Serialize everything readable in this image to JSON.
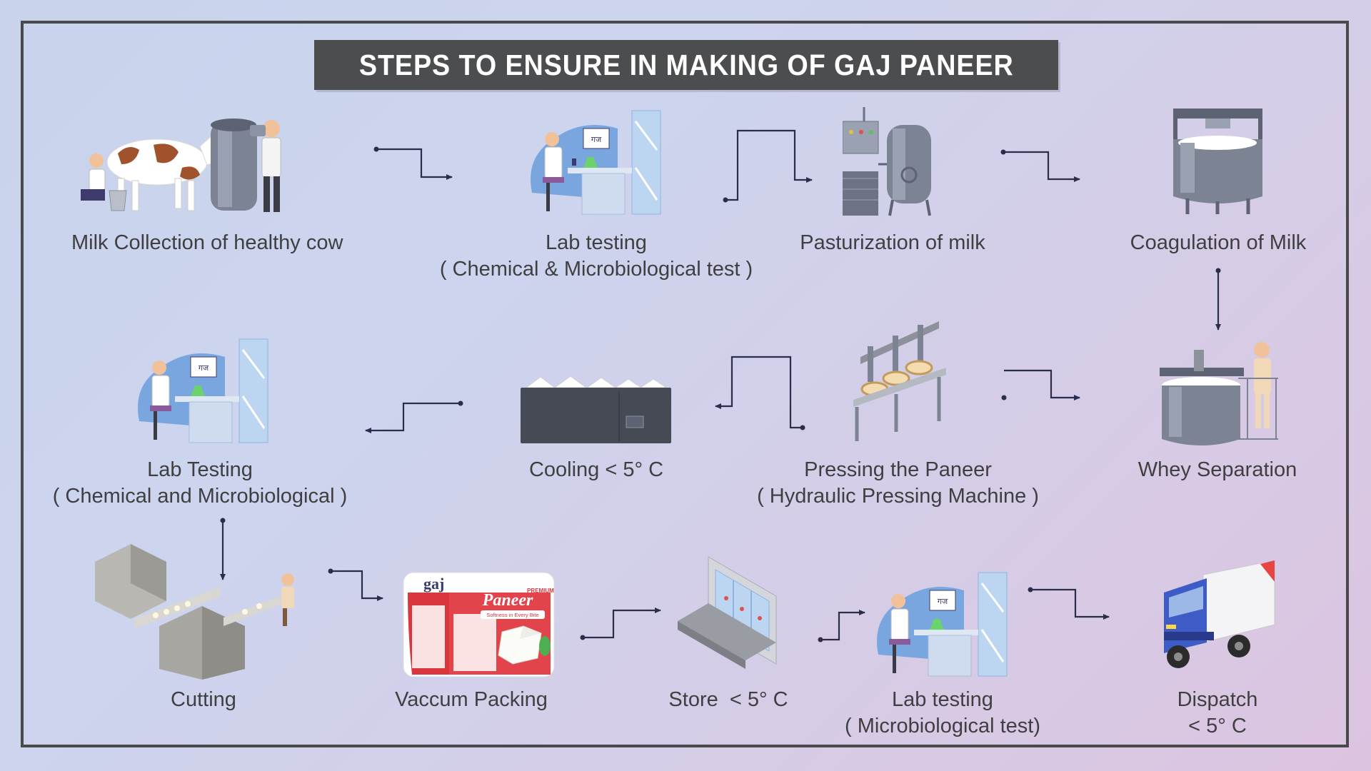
{
  "title": "STEPS TO ENSURE IN MAKING OF GAJ PANEER",
  "colors": {
    "title_bg": "#4b4d4f",
    "frame": "#4a4a4d",
    "connector": "#2b2d4d",
    "steel": "#7c8393",
    "lab_blue": "#7aa6e0",
    "accent_red": "#d9363e"
  },
  "steps": [
    {
      "id": "milk-collection",
      "lines": [
        "Milk Collection of healthy cow"
      ],
      "icon": "cow-milking-icon"
    },
    {
      "id": "lab-testing-1",
      "lines": [
        "Lab testing",
        "( Chemical & Microbiological test )"
      ],
      "icon": "lab-scientist-icon"
    },
    {
      "id": "pasturization",
      "lines": [
        "Pasturization of milk"
      ],
      "icon": "pasteurizer-tank-icon"
    },
    {
      "id": "coagulation",
      "lines": [
        "Coagulation of Milk"
      ],
      "icon": "coagulation-vat-icon"
    },
    {
      "id": "whey-separation",
      "lines": [
        "Whey Separation"
      ],
      "icon": "whey-tank-worker-icon"
    },
    {
      "id": "pressing",
      "lines": [
        "Pressing the Paneer",
        "( Hydraulic Pressing Machine )"
      ],
      "icon": "hydraulic-press-icon"
    },
    {
      "id": "cooling",
      "lines": [
        "Cooling < 5° C"
      ],
      "icon": "cooling-tank-icon"
    },
    {
      "id": "lab-testing-2",
      "lines": [
        "Lab Testing",
        "( Chemical and Microbiological )"
      ],
      "icon": "lab-scientist-icon"
    },
    {
      "id": "cutting",
      "lines": [
        "Cutting"
      ],
      "icon": "cutting-machine-icon"
    },
    {
      "id": "vaccum-packing",
      "lines": [
        "Vaccum Packing"
      ],
      "icon": "paneer-pack-icon"
    },
    {
      "id": "store",
      "lines": [
        "Store  < 5° C"
      ],
      "icon": "cold-store-icon"
    },
    {
      "id": "lab-testing-3",
      "lines": [
        "Lab testing",
        "( Microbiological test)"
      ],
      "icon": "lab-scientist-icon"
    },
    {
      "id": "dispatch",
      "lines": [
        "Dispatch",
        "< 5° C"
      ],
      "icon": "delivery-truck-icon"
    }
  ],
  "package": {
    "brand": "gaj",
    "premium": "PREMIUM",
    "product": "Paneer",
    "tagline": "Softness in Every Bite"
  }
}
